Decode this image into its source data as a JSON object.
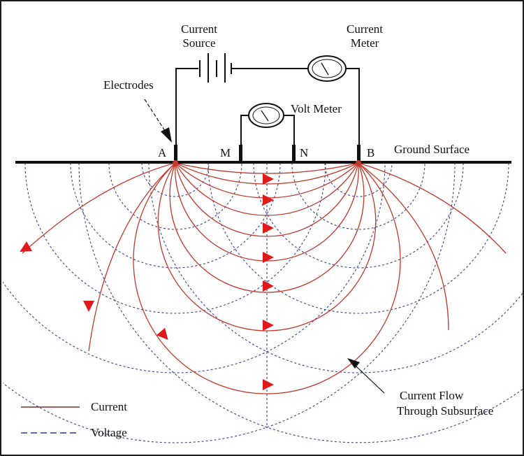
{
  "labels": {
    "current_source": [
      "Current",
      "Source"
    ],
    "current_meter": [
      "Current",
      "Meter"
    ],
    "volt_meter": "Volt Meter",
    "electrodes": "Electrodes",
    "ground_surface": "Ground Surface",
    "electrode_a": "A",
    "electrode_m": "M",
    "electrode_n": "N",
    "electrode_b": "B",
    "current_flow": [
      "Current Flow",
      "Through Subsurface"
    ]
  },
  "legend": [
    {
      "label": "Current",
      "style": "solid",
      "color": "#8b2a2a"
    },
    {
      "label": "Voltage",
      "style": "dashed",
      "color": "#2a3a7a"
    }
  ],
  "colors": {
    "current_line": "#c0392b",
    "current_arrow": "#e0191b",
    "voltage_line": "#3a3f8f",
    "wire": "#111111"
  }
}
